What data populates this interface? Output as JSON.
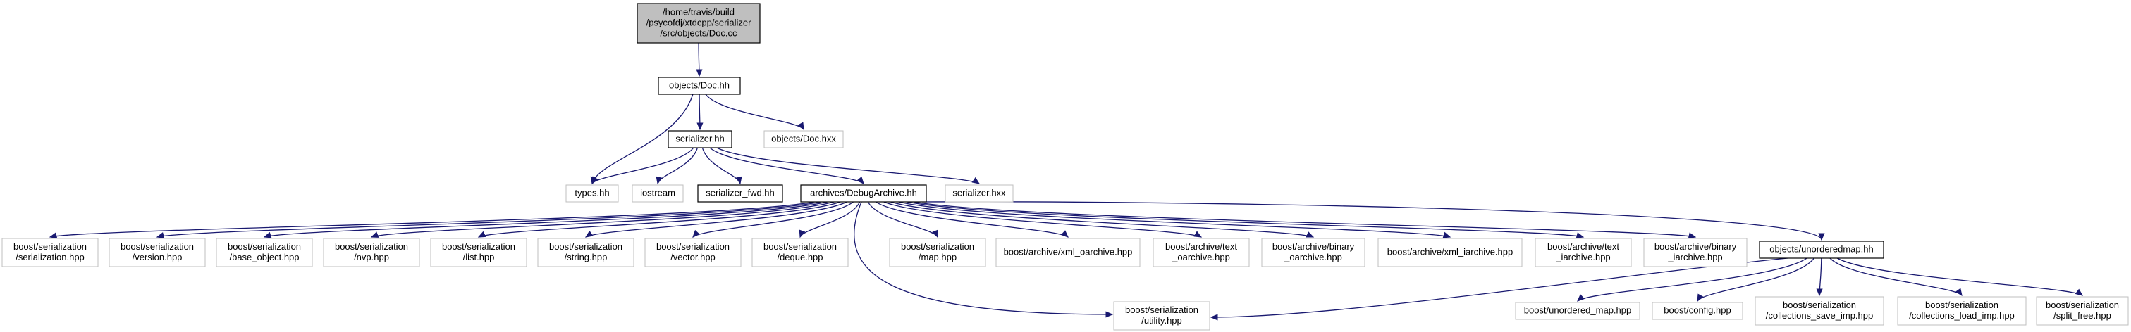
{
  "colors": {
    "edge": "#191970",
    "node_border_default": "#bfbfbf",
    "node_border_documented": "#000000",
    "root_fill": "#bfbfbf",
    "node_fill": "#ffffff"
  },
  "diagram": {
    "type": "include-dependency-graph",
    "nodes": [
      {
        "id": "doc_cc",
        "lines": [
          "/home/travis/build",
          "/psycofdj/xtdcpp/serializer",
          "/src/objects/Doc.cc"
        ],
        "style": "root"
      },
      {
        "id": "doc_hh",
        "lines": [
          "objects/Doc.hh"
        ],
        "style": "documented"
      },
      {
        "id": "serializer_hh",
        "lines": [
          "serializer.hh"
        ],
        "style": "documented"
      },
      {
        "id": "doc_hxx",
        "lines": [
          "objects/Doc.hxx"
        ],
        "style": "external"
      },
      {
        "id": "types_hh",
        "lines": [
          "types.hh"
        ],
        "style": "external"
      },
      {
        "id": "iostream",
        "lines": [
          "iostream"
        ],
        "style": "external"
      },
      {
        "id": "serializer_fwd_hh",
        "lines": [
          "serializer_fwd.hh"
        ],
        "style": "documented"
      },
      {
        "id": "debug_archive_hh",
        "lines": [
          "archives/DebugArchive.hh"
        ],
        "style": "documented"
      },
      {
        "id": "serializer_hxx",
        "lines": [
          "serializer.hxx"
        ],
        "style": "external"
      },
      {
        "id": "b_serialization",
        "lines": [
          "boost/serialization",
          "/serialization.hpp"
        ],
        "style": "external"
      },
      {
        "id": "b_version",
        "lines": [
          "boost/serialization",
          "/version.hpp"
        ],
        "style": "external"
      },
      {
        "id": "b_base_object",
        "lines": [
          "boost/serialization",
          "/base_object.hpp"
        ],
        "style": "external"
      },
      {
        "id": "b_nvp",
        "lines": [
          "boost/serialization",
          "/nvp.hpp"
        ],
        "style": "external"
      },
      {
        "id": "b_list",
        "lines": [
          "boost/serialization",
          "/list.hpp"
        ],
        "style": "external"
      },
      {
        "id": "b_string",
        "lines": [
          "boost/serialization",
          "/string.hpp"
        ],
        "style": "external"
      },
      {
        "id": "b_vector",
        "lines": [
          "boost/serialization",
          "/vector.hpp"
        ],
        "style": "external"
      },
      {
        "id": "b_deque",
        "lines": [
          "boost/serialization",
          "/deque.hpp"
        ],
        "style": "external"
      },
      {
        "id": "b_map",
        "lines": [
          "boost/serialization",
          "/map.hpp"
        ],
        "style": "external"
      },
      {
        "id": "b_xml_oarchive",
        "lines": [
          "boost/archive/xml_oarchive.hpp"
        ],
        "style": "external"
      },
      {
        "id": "b_text_oarchive",
        "lines": [
          "boost/archive/text",
          "_oarchive.hpp"
        ],
        "style": "external"
      },
      {
        "id": "b_binary_oarchive",
        "lines": [
          "boost/archive/binary",
          "_oarchive.hpp"
        ],
        "style": "external"
      },
      {
        "id": "b_xml_iarchive",
        "lines": [
          "boost/archive/xml_iarchive.hpp"
        ],
        "style": "external"
      },
      {
        "id": "b_text_iarchive",
        "lines": [
          "boost/archive/text",
          "_iarchive.hpp"
        ],
        "style": "external"
      },
      {
        "id": "b_binary_iarchive",
        "lines": [
          "boost/archive/binary",
          "_iarchive.hpp"
        ],
        "style": "external"
      },
      {
        "id": "unorderedmap_hh",
        "lines": [
          "objects/unorderedmap.hh"
        ],
        "style": "documented"
      },
      {
        "id": "b_utility",
        "lines": [
          "boost/serialization",
          "/utility.hpp"
        ],
        "style": "external"
      },
      {
        "id": "b_unordered_map",
        "lines": [
          "boost/unordered_map.hpp"
        ],
        "style": "external"
      },
      {
        "id": "b_config",
        "lines": [
          "boost/config.hpp"
        ],
        "style": "external"
      },
      {
        "id": "b_collections_save",
        "lines": [
          "boost/serialization",
          "/collections_save_imp.hpp"
        ],
        "style": "external"
      },
      {
        "id": "b_collections_load",
        "lines": [
          "boost/serialization",
          "/collections_load_imp.hpp"
        ],
        "style": "external"
      },
      {
        "id": "b_split_free",
        "lines": [
          "boost/serialization",
          "/split_free.hpp"
        ],
        "style": "external"
      }
    ],
    "edges": [
      [
        "doc_cc",
        "doc_hh"
      ],
      [
        "doc_hh",
        "types_hh"
      ],
      [
        "doc_hh",
        "serializer_hh"
      ],
      [
        "doc_hh",
        "doc_hxx"
      ],
      [
        "serializer_hh",
        "types_hh"
      ],
      [
        "serializer_hh",
        "iostream"
      ],
      [
        "serializer_hh",
        "serializer_fwd_hh"
      ],
      [
        "serializer_hh",
        "debug_archive_hh"
      ],
      [
        "serializer_hh",
        "serializer_hxx"
      ],
      [
        "debug_archive_hh",
        "b_serialization"
      ],
      [
        "debug_archive_hh",
        "b_version"
      ],
      [
        "debug_archive_hh",
        "b_base_object"
      ],
      [
        "debug_archive_hh",
        "b_nvp"
      ],
      [
        "debug_archive_hh",
        "b_list"
      ],
      [
        "debug_archive_hh",
        "b_string"
      ],
      [
        "debug_archive_hh",
        "b_vector"
      ],
      [
        "debug_archive_hh",
        "b_deque"
      ],
      [
        "debug_archive_hh",
        "b_map"
      ],
      [
        "debug_archive_hh",
        "b_xml_oarchive"
      ],
      [
        "debug_archive_hh",
        "b_text_oarchive"
      ],
      [
        "debug_archive_hh",
        "b_binary_oarchive"
      ],
      [
        "debug_archive_hh",
        "b_xml_iarchive"
      ],
      [
        "debug_archive_hh",
        "b_text_iarchive"
      ],
      [
        "debug_archive_hh",
        "b_binary_iarchive"
      ],
      [
        "debug_archive_hh",
        "unorderedmap_hh"
      ],
      [
        "debug_archive_hh",
        "b_utility"
      ],
      [
        "unorderedmap_hh",
        "b_utility"
      ],
      [
        "unorderedmap_hh",
        "b_unordered_map"
      ],
      [
        "unorderedmap_hh",
        "b_config"
      ],
      [
        "unorderedmap_hh",
        "b_collections_save"
      ],
      [
        "unorderedmap_hh",
        "b_collections_load"
      ],
      [
        "unorderedmap_hh",
        "b_split_free"
      ]
    ]
  }
}
